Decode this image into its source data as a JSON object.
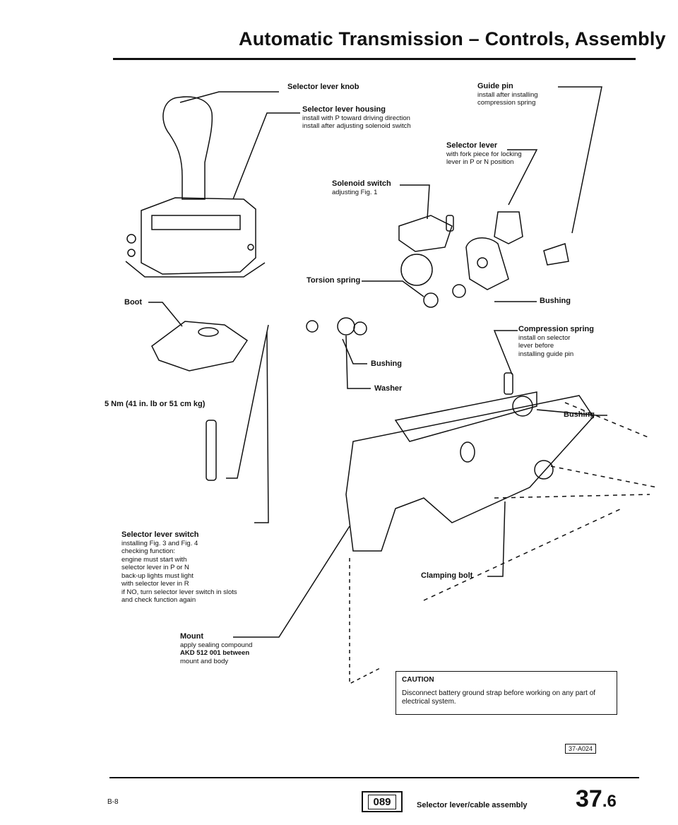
{
  "header": {
    "title": "Automatic Transmission – Controls, Assembly"
  },
  "labels": {
    "knob": {
      "title": "Selector lever knob"
    },
    "housing": {
      "title": "Selector lever housing",
      "lines": [
        "install with P toward driving direction",
        "install after adjusting solenoid switch"
      ]
    },
    "guide_pin": {
      "title": "Guide pin",
      "lines": [
        "install after installing",
        "compression spring"
      ]
    },
    "selector_lever": {
      "title": "Selector lever",
      "lines": [
        "with fork piece for locking",
        "lever in P or N position"
      ]
    },
    "solenoid": {
      "title": "Solenoid switch",
      "lines": [
        "adjusting Fig. 1"
      ]
    },
    "torsion": {
      "title": "Torsion spring"
    },
    "boot": {
      "title": "Boot"
    },
    "bushing1": {
      "title": "Bushing"
    },
    "bushing2": {
      "title": "Bushing"
    },
    "bushing3": {
      "title": "Bushing"
    },
    "washer": {
      "title": "Washer"
    },
    "compression": {
      "title": "Compression spring",
      "lines": [
        "install on selector",
        "lever before",
        "installing guide pin"
      ]
    },
    "torque": {
      "title": "5 Nm (41 in. lb or 51 cm kg)"
    },
    "switch": {
      "title": "Selector lever switch",
      "lines": [
        "installing Fig. 3 and Fig. 4",
        "checking function:",
        "engine must start with",
        "selector lever in P or N",
        "back-up lights must light",
        "with selector lever in R",
        "if NO, turn selector lever switch in slots",
        "and check function again"
      ]
    },
    "clamping": {
      "title": "Clamping bolt"
    },
    "mount": {
      "title": "Mount",
      "lines": [
        "apply sealing compound",
        "AKD 512 001 between",
        "mount and body"
      ]
    }
  },
  "caution": {
    "title": "CAUTION",
    "text": "Disconnect battery ground strap before working on any part of electrical system."
  },
  "figure_ref": "37-A024",
  "footer": {
    "page_id": "B-8",
    "code": "089",
    "section_label": "Selector lever/cable assembly",
    "section_number": "37",
    "section_sub": ".6"
  }
}
